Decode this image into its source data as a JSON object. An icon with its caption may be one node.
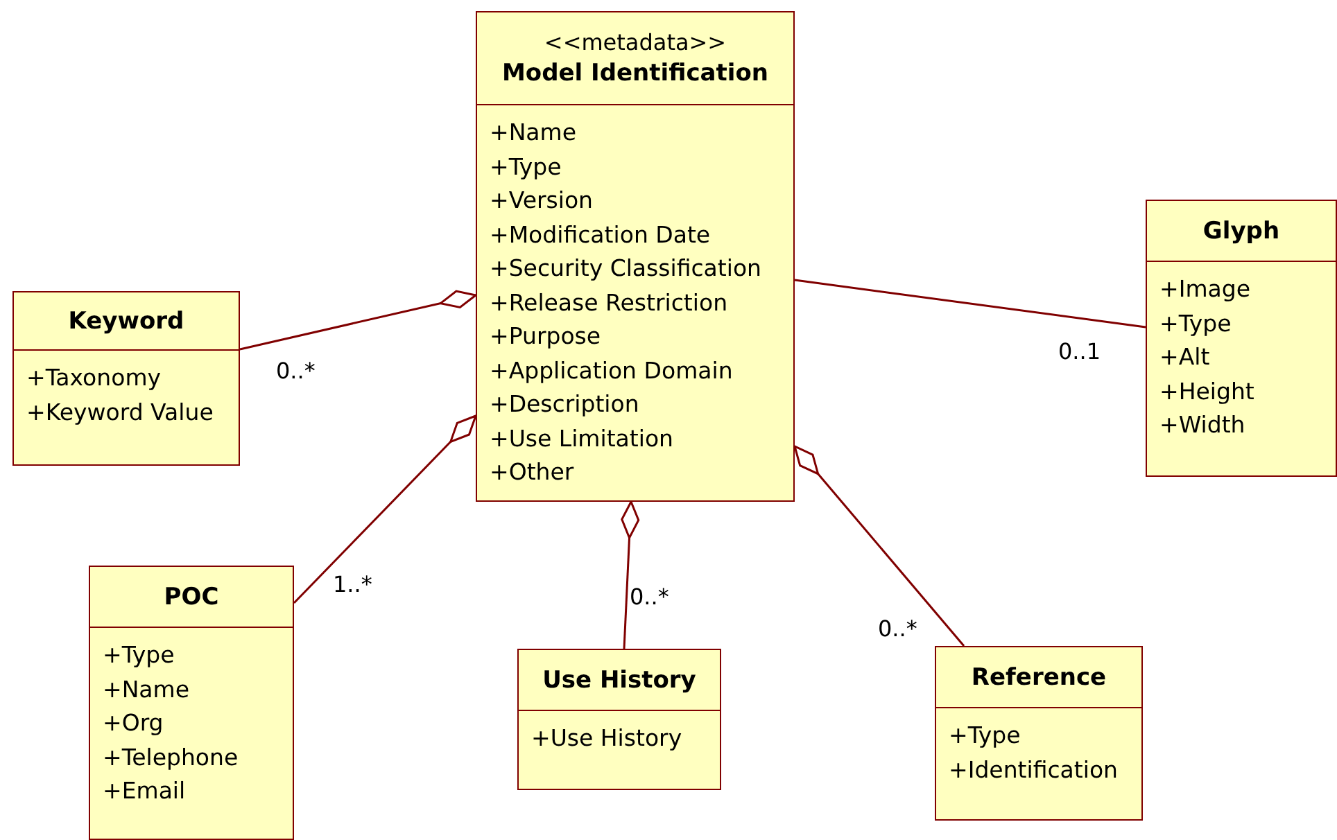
{
  "diagram": {
    "nodes": [
      {
        "text": [
          "<<metadata>>",
          "Model Identification",
          "+Name",
          "+Type",
          "+Version",
          "+Modification Date",
          "+Security Classification",
          "+Release Restriction",
          "+Purpose",
          "+Application Domain",
          "+Description",
          "+Use Limitation",
          "+Other"
        ]
      },
      {
        "text": [
          "Keyword",
          "+Taxonomy",
          "+Keyword Value"
        ]
      },
      {
        "text": [
          "Glyph",
          "+Image",
          "+Type",
          "+Alt",
          "+Height",
          "+Width"
        ]
      },
      {
        "text": [
          "POC",
          "+Type",
          "+Name",
          "+Org",
          "+Telephone",
          "+Email"
        ]
      },
      {
        "text": [
          "Use History",
          "+Use History"
        ]
      },
      {
        "text": [
          "Reference",
          "+Type",
          "+Identification"
        ]
      }
    ],
    "edges": [
      {
        "from": 0,
        "to": 1,
        "arrow": "other",
        "label": "0..*"
      },
      {
        "from": 0,
        "to": 2,
        "arrow": "none",
        "label": "0..1"
      },
      {
        "from": 0,
        "to": 3,
        "arrow": "other",
        "label": "1..*"
      },
      {
        "from": 0,
        "to": 4,
        "arrow": "other",
        "label": "0..*"
      },
      {
        "from": 0,
        "to": 5,
        "arrow": "other",
        "label": "0..*"
      }
    ]
  }
}
